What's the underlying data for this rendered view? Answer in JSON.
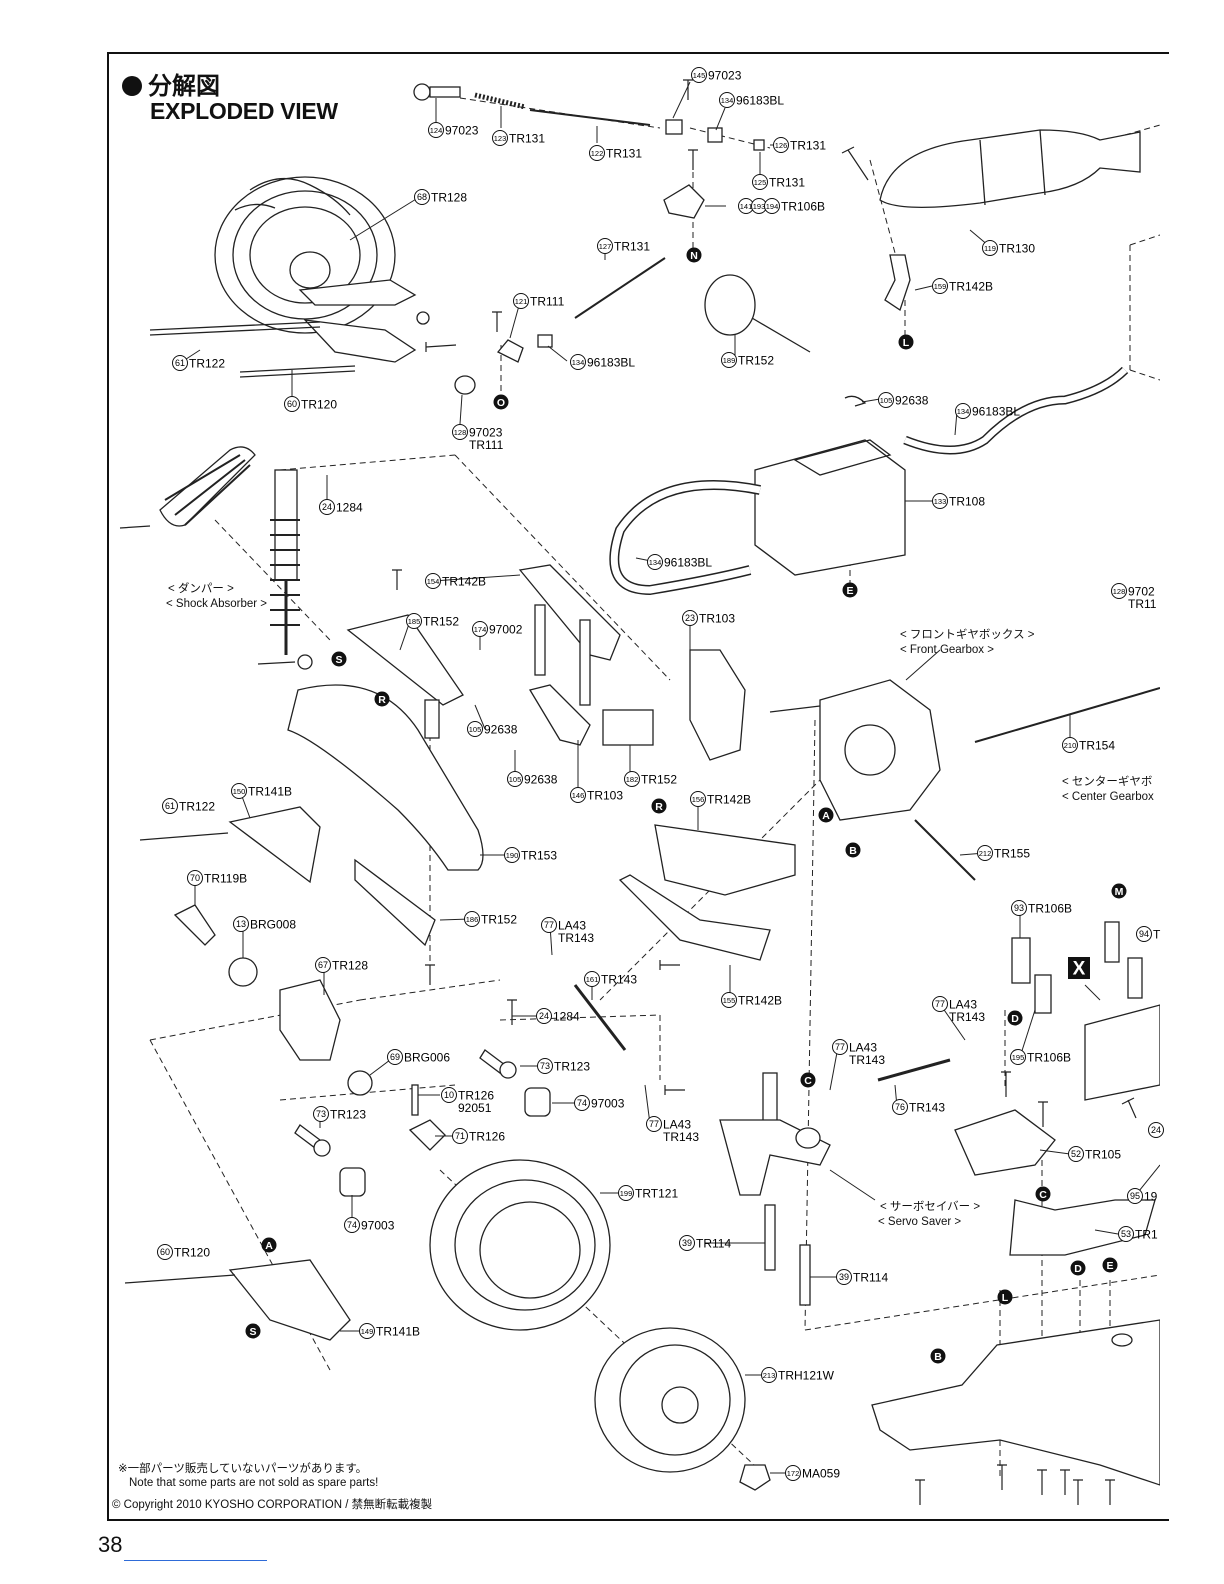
{
  "header": {
    "title_jp": "分解図",
    "title_en": "EXPLODED VIEW"
  },
  "parts": [
    {
      "num": "145",
      "code": "97023"
    },
    {
      "num": "134",
      "code": "96183BL"
    },
    {
      "num": "124",
      "code": "97023"
    },
    {
      "num": "123",
      "code": "TR131"
    },
    {
      "num": "122",
      "code": "TR131"
    },
    {
      "num": "126",
      "code": "TR131"
    },
    {
      "num": "125",
      "code": "TR131"
    },
    {
      "num": "141 193 194",
      "code": "TR106B"
    },
    {
      "num": "68",
      "code": "TR128"
    },
    {
      "num": "127",
      "code": "TR131"
    },
    {
      "num": "119",
      "code": "TR130"
    },
    {
      "num": "121",
      "code": "TR111"
    },
    {
      "num": "159",
      "code": "TR142B"
    },
    {
      "num": "134",
      "code": "96183BL"
    },
    {
      "num": "189",
      "code": "TR152"
    },
    {
      "num": "61",
      "code": "TR122"
    },
    {
      "num": "105",
      "code": "92638"
    },
    {
      "num": "60",
      "code": "TR120"
    },
    {
      "num": "134",
      "code": "96183BL"
    },
    {
      "num": "128",
      "code": "97023",
      "code2": "TR111"
    },
    {
      "num": "24",
      "code": "1284"
    },
    {
      "num": "133",
      "code": "TR108"
    },
    {
      "num": "134",
      "code": "96183BL"
    },
    {
      "num": "154",
      "code": "TR142B"
    },
    {
      "num": "185",
      "code": "TR152"
    },
    {
      "num": "174",
      "code": "97002"
    },
    {
      "num": "23",
      "code": "TR103"
    },
    {
      "num": "128",
      "code": "9702",
      "code2": "TR11"
    },
    {
      "num": "105",
      "code": "92638"
    },
    {
      "num": "105",
      "code": "92638"
    },
    {
      "num": "182",
      "code": "TR152"
    },
    {
      "num": "146",
      "code": "TR103"
    },
    {
      "num": "210",
      "code": "TR154"
    },
    {
      "num": "150",
      "code": "TR141B"
    },
    {
      "num": "61",
      "code": "TR122"
    },
    {
      "num": "156",
      "code": "TR142B"
    },
    {
      "num": "190",
      "code": "TR153"
    },
    {
      "num": "212",
      "code": "TR155"
    },
    {
      "num": "70",
      "code": "TR119B"
    },
    {
      "num": "13",
      "code": "BRG008"
    },
    {
      "num": "186",
      "code": "TR152"
    },
    {
      "num": "77",
      "code": "LA43",
      "code2": "TR143"
    },
    {
      "num": "93",
      "code": "TR106B"
    },
    {
      "num": "94",
      "code": "T"
    },
    {
      "num": "67",
      "code": "TR128"
    },
    {
      "num": "161",
      "code": "TR143"
    },
    {
      "num": "155",
      "code": "TR142B"
    },
    {
      "num": "77",
      "code": "LA43",
      "code2": "TR143"
    },
    {
      "num": "24",
      "code": "1284"
    },
    {
      "num": "69",
      "code": "BRG006"
    },
    {
      "num": "73",
      "code": "TR123"
    },
    {
      "num": "77",
      "code": "LA43",
      "code2": "TR143"
    },
    {
      "num": "195",
      "code": "TR106B"
    },
    {
      "num": "10",
      "code": "TR126",
      "code2": "92051"
    },
    {
      "num": "74",
      "code": "97003"
    },
    {
      "num": "76",
      "code": "TR143"
    },
    {
      "num": "73",
      "code": "TR123"
    },
    {
      "num": "71",
      "code": "TR126"
    },
    {
      "num": "77",
      "code": "LA43",
      "code2": "TR143"
    },
    {
      "num": "52",
      "code": "TR105"
    },
    {
      "num": "199",
      "code": "TRT121"
    },
    {
      "num": "74",
      "code": "97003"
    },
    {
      "num": "39",
      "code": "TR114"
    },
    {
      "num": "53",
      "code": "TR1"
    },
    {
      "num": "60",
      "code": "TR120"
    },
    {
      "num": "39",
      "code": "TR114"
    },
    {
      "num": "149",
      "code": "TR141B"
    },
    {
      "num": "213",
      "code": "TRH121W"
    },
    {
      "num": "172",
      "code": "MA059"
    },
    {
      "num": "95",
      "code": "19"
    },
    {
      "num": "24",
      "code": ""
    }
  ],
  "letter_markers": [
    "N",
    "L",
    "O",
    "E",
    "S",
    "R",
    "R",
    "A",
    "B",
    "M",
    "X",
    "D",
    "C",
    "C",
    "D",
    "E",
    "L",
    "A",
    "S",
    "B"
  ],
  "assembly_labels": {
    "shock_jp": "< ダンパー >",
    "shock_en": "< Shock Absorber >",
    "front_gearbox_jp": "< フロントギヤボックス >",
    "front_gearbox_en": "< Front Gearbox >",
    "center_gearbox_jp": "< センターギヤボ",
    "center_gearbox_en": "< Center Gearbox",
    "servo_saver_jp": "< サーボセイバー >",
    "servo_saver_en": "< Servo Saver >"
  },
  "footer": {
    "note_jp": "※一部パーツ販売していないパーツがあります。",
    "note_en": "Note that some parts are not sold as spare parts!",
    "copyright": "© Copyright 2010 KYOSHO CORPORATION / 禁無断転載複製",
    "page_number": "38"
  }
}
